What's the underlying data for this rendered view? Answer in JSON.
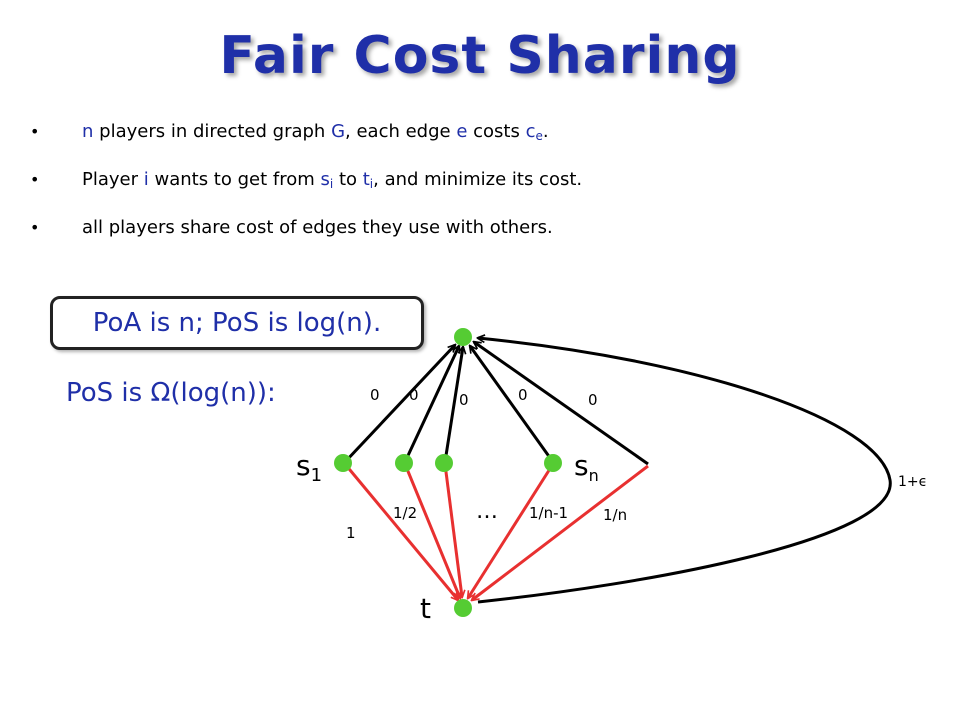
{
  "title": "Fair Cost Sharing",
  "bullets": [
    {
      "parts": [
        "n",
        " players in directed graph ",
        "G",
        ", each edge ",
        "e",
        " costs ",
        "c",
        "e",
        "."
      ]
    },
    {
      "parts": [
        "Player ",
        "i",
        " wants to get from ",
        "s",
        "i",
        " to ",
        "t",
        "i",
        ", and minimize its cost."
      ]
    },
    {
      "parts": [
        "all players share cost of edges they use with others."
      ]
    }
  ],
  "poa_box": {
    "pre": "PoA is ",
    "n": "n",
    "mid": "; PoS is ",
    "log": "log(n)",
    "end": "."
  },
  "pos_line": {
    "pre": "PoS is ",
    "omega": "Ω",
    "post": "(log(n)):"
  },
  "graph": {
    "source_label": "s",
    "source_sub": "1",
    "sn_label": "s",
    "sn_sub": "n",
    "sink_label": "t",
    "ellipsis": "…",
    "top_edge_labels": [
      "0",
      "0",
      "0",
      "0",
      "0"
    ],
    "bottom_edge_labels": [
      "1",
      "1/2",
      "1/n-1",
      "1/n"
    ],
    "loop_label": "1+ϵ",
    "colors": {
      "node": "#55cc33",
      "top_edges": "#000000",
      "bottom_edges": "#e83030"
    }
  }
}
